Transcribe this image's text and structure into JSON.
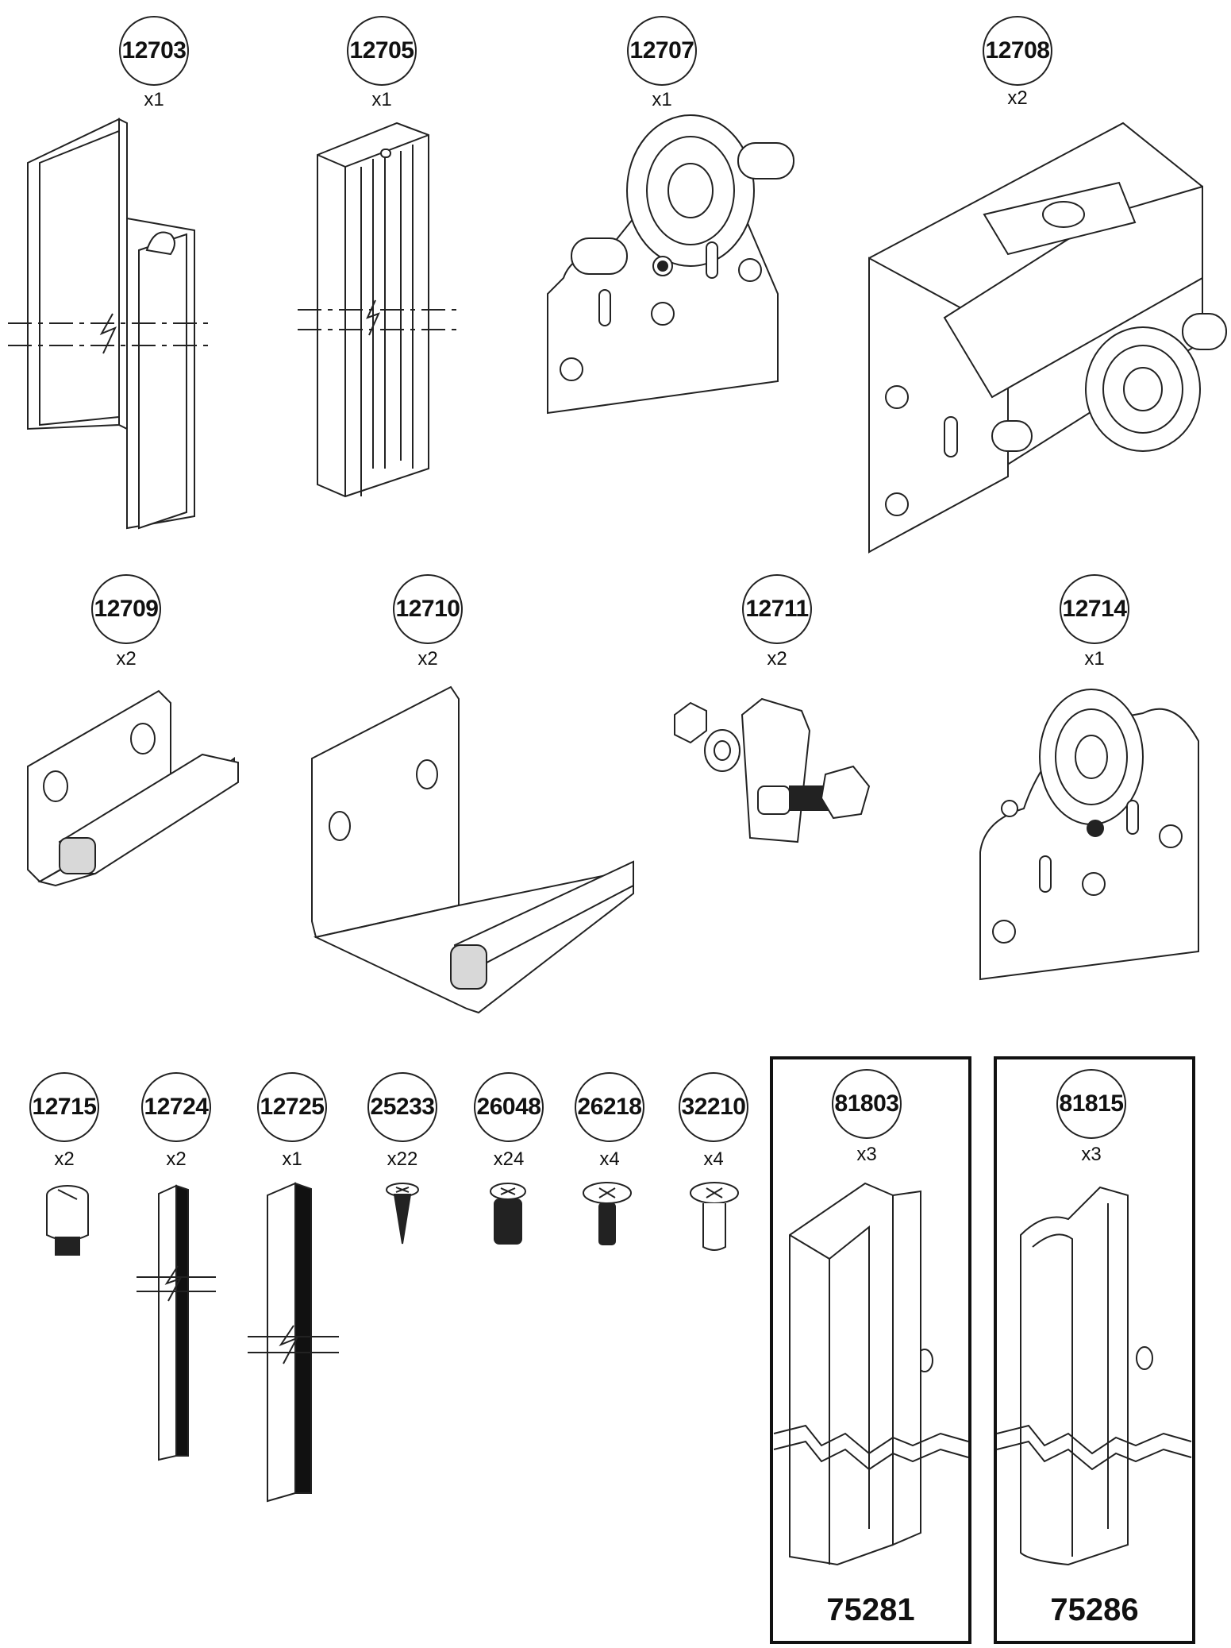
{
  "parts": [
    {
      "id": "p12703",
      "number": "12703",
      "qty": "x1"
    },
    {
      "id": "p12705",
      "number": "12705",
      "qty": "x1"
    },
    {
      "id": "p12707",
      "number": "12707",
      "qty": "x1"
    },
    {
      "id": "p12708",
      "number": "12708",
      "qty": "x2"
    },
    {
      "id": "p12709",
      "number": "12709",
      "qty": "x2"
    },
    {
      "id": "p12710",
      "number": "12710",
      "qty": "x2"
    },
    {
      "id": "p12711",
      "number": "12711",
      "qty": "x2"
    },
    {
      "id": "p12714",
      "number": "12714",
      "qty": "x1"
    },
    {
      "id": "p12715",
      "number": "12715",
      "qty": "x2"
    },
    {
      "id": "p12724",
      "number": "12724",
      "qty": "x2"
    },
    {
      "id": "p12725",
      "number": "12725",
      "qty": "x1"
    },
    {
      "id": "p25233",
      "number": "25233",
      "qty": "x22"
    },
    {
      "id": "p26048",
      "number": "26048",
      "qty": "x24"
    },
    {
      "id": "p26218",
      "number": "26218",
      "qty": "x4"
    },
    {
      "id": "p32210",
      "number": "32210",
      "qty": "x4"
    },
    {
      "id": "p81803",
      "number": "81803",
      "qty": "x3"
    },
    {
      "id": "p81815",
      "number": "81815",
      "qty": "x3"
    }
  ],
  "kits": [
    {
      "label": "75281"
    },
    {
      "label": "75286"
    }
  ],
  "colors": {
    "line": "#222222",
    "fill": "#ffffff",
    "shade": "#d8d8d8",
    "dark": "#111111"
  }
}
